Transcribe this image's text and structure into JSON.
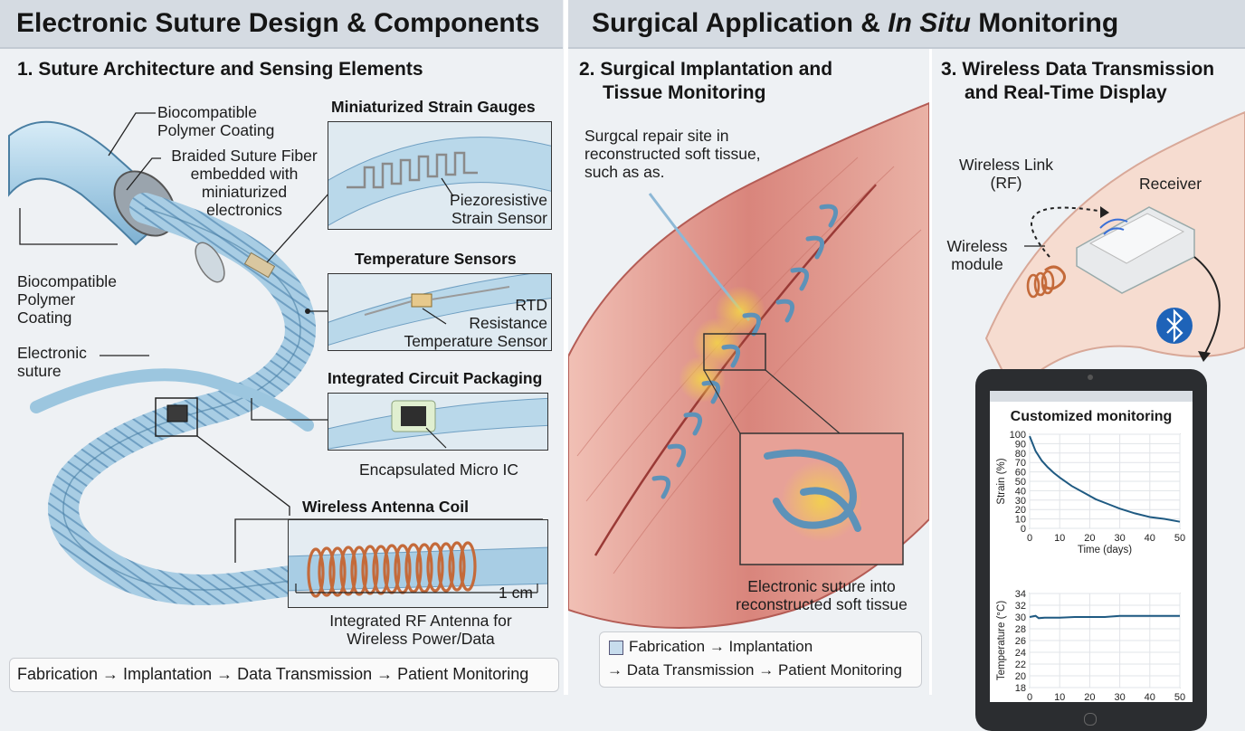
{
  "headers": {
    "left": "Electronic Suture Design & Components",
    "right_prefix": "Surgical Application & ",
    "right_italic": "In Situ",
    "right_suffix": " Monitoring"
  },
  "panel1": {
    "title": "1. Suture Architecture and Sensing Elements",
    "labels": {
      "coating_top": [
        "Biocompatible",
        "Polymer Coating"
      ],
      "braided": [
        "Braided Suture Fiber",
        "embedded with",
        "miniaturized",
        "electronics"
      ],
      "coating_left": [
        "Biocompatible",
        "Polymer",
        "Coating"
      ],
      "electronic_suture": [
        "Electronic",
        "suture"
      ]
    },
    "strain": {
      "title": "Miniaturized Strain Gauges",
      "label": [
        "Piezoresistive",
        "Strain Sensor"
      ]
    },
    "temperature": {
      "title": "Temperature Sensors",
      "label": [
        "RTD",
        "Resistance",
        "Temperature Sensor"
      ]
    },
    "ic": {
      "title": "Integrated Circuit Packaging",
      "label": "Encapsulated Micro IC"
    },
    "antenna": {
      "title": "Wireless Antenna Coil",
      "scale": "1 cm",
      "label": [
        "Integrated RF Antenna for",
        "Wireless Power/Data"
      ]
    },
    "footer": "Fabrication → Implantation → Data Transmission → Patient Monitoring"
  },
  "panel2": {
    "title": [
      "2. Surgical Implantation and",
      "Tissue Monitoring"
    ],
    "site_label": [
      "Surgcal repair site in",
      "reconstructed soft tissue,",
      "such as as."
    ],
    "inset_label": [
      "Electronic suture into",
      "reconstructed soft tissue"
    ],
    "legend": [
      "Fabrication → Implantation",
      "→ Data Transmission → Patient Monitoring"
    ]
  },
  "panel3": {
    "title": [
      "3. Wireless Data Transmission",
      "and Real-Time Display"
    ],
    "wireless_link": [
      "Wireless Link",
      "(RF)"
    ],
    "receiver": "Receiver",
    "wireless_module": [
      "Wireless",
      "module"
    ],
    "bluetooth_icon": "bluetooth-icon",
    "tablet_title": "Customized monitoring"
  },
  "chart_data": [
    {
      "type": "line",
      "title": "Customized monitoring",
      "xlabel": "Time (days)",
      "ylabel": "Strain (%)",
      "xlim": [
        0,
        50
      ],
      "ylim": [
        0,
        100
      ],
      "xticks": [
        0,
        10,
        20,
        30,
        40,
        50
      ],
      "yticks": [
        0,
        10,
        20,
        30,
        40,
        50,
        60,
        70,
        80,
        90,
        100
      ],
      "grid": true,
      "x": [
        0,
        2,
        4,
        6,
        8,
        10,
        14,
        18,
        22,
        26,
        30,
        35,
        40,
        45,
        50
      ],
      "y": [
        98,
        82,
        72,
        65,
        59,
        54,
        45,
        38,
        31,
        26,
        21,
        16,
        12,
        10,
        7
      ]
    },
    {
      "type": "line",
      "xlabel": "Time (days)",
      "ylabel": "Temperature (°C)",
      "xlim": [
        0,
        50
      ],
      "ylim": [
        18,
        34
      ],
      "xticks": [
        0,
        10,
        20,
        30,
        40,
        50
      ],
      "yticks": [
        18,
        20,
        22,
        24,
        26,
        28,
        30,
        32,
        34
      ],
      "grid": true,
      "x": [
        0,
        2,
        3,
        5,
        10,
        15,
        20,
        25,
        30,
        35,
        40,
        45,
        50
      ],
      "y": [
        30.0,
        30.2,
        29.8,
        29.9,
        29.9,
        30.0,
        30.0,
        30.0,
        30.2,
        30.2,
        30.2,
        30.2,
        30.2
      ]
    }
  ],
  "colors": {
    "header_bg": "#d5dbe2",
    "suture_blue": "#a9cfe6",
    "suture_outline": "#4a7fa3",
    "copper": "#c46a3a",
    "tissue": "#d9857c",
    "glow": "#f3d34a",
    "chart_line": "#1f5a82",
    "bluetooth": "#1e63b8"
  }
}
